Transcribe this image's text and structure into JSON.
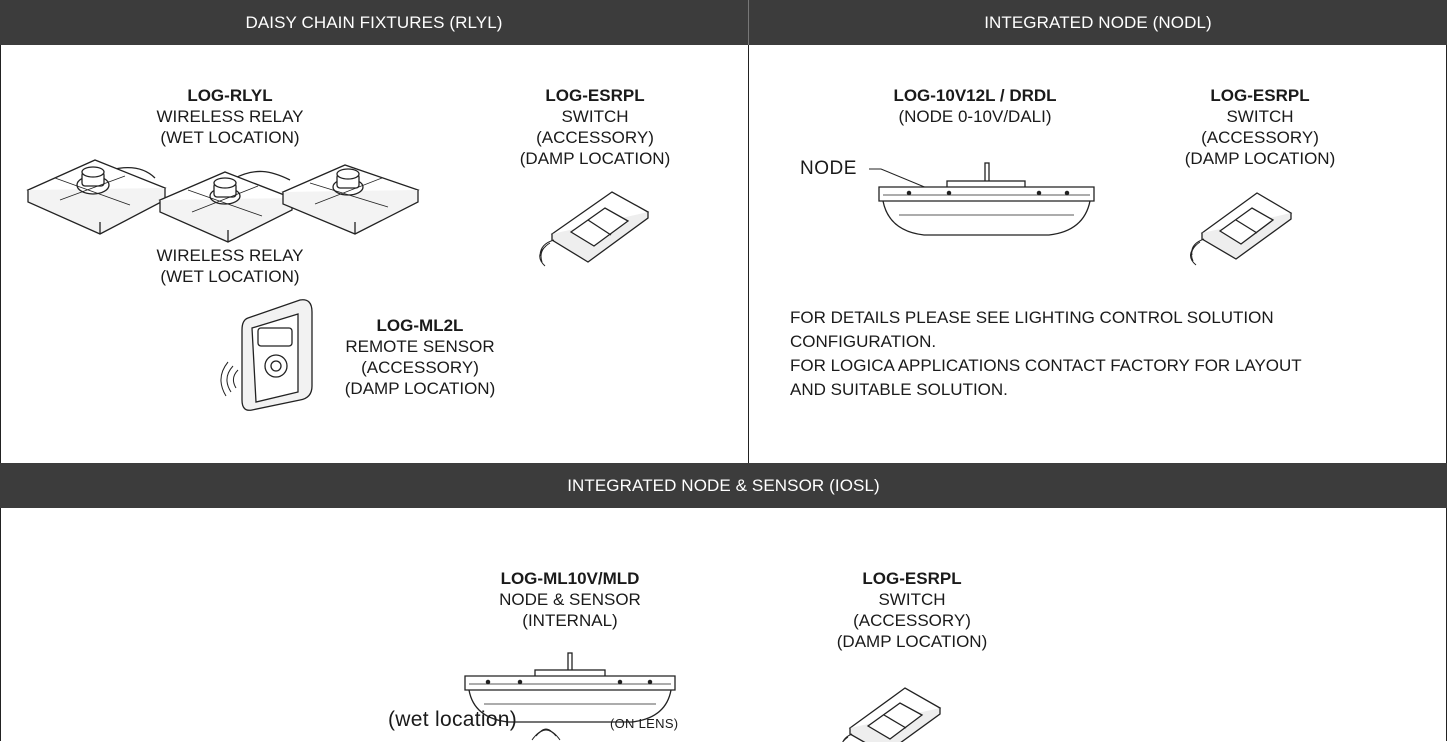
{
  "sections": {
    "daisy": {
      "header": "DAISY CHAIN FIXTURES (RLYL)",
      "relay_top": {
        "title": "LOG-RLYL",
        "lines": [
          "WIRELESS RELAY",
          "(WET LOCATION)"
        ]
      },
      "relay_bottom": {
        "lines": [
          "WIRELESS RELAY",
          "(WET LOCATION)"
        ]
      },
      "switch": {
        "title": "LOG-ESRPL",
        "lines": [
          "SWITCH",
          "(ACCESSORY)",
          "(DAMP LOCATION)"
        ]
      },
      "sensor": {
        "title": "LOG-ML2L",
        "lines": [
          "REMOTE SENSOR",
          "(ACCESSORY)",
          "(DAMP LOCATION)"
        ]
      }
    },
    "node": {
      "header": "INTEGRATED NODE (NODL)",
      "node_item": {
        "title": "LOG-10V12L / DRDL",
        "lines": [
          "(NODE 0-10V/DALI)"
        ]
      },
      "node_callout": "NODE",
      "switch": {
        "title": "LOG-ESRPL",
        "lines": [
          "SWITCH",
          "(ACCESSORY)",
          "(DAMP LOCATION)"
        ]
      },
      "notes": [
        "FOR DETAILS PLEASE SEE LIGHTING CONTROL SOLUTION",
        "CONFIGURATION.",
        "FOR LOGICA APPLICATIONS CONTACT FACTORY FOR LAYOUT",
        "AND SUITABLE SOLUTION."
      ]
    },
    "iosl": {
      "header": "INTEGRATED NODE & SENSOR (IOSL)",
      "node_sensor": {
        "title": "LOG-ML10V/MLD",
        "lines": [
          "NODE & SENSOR",
          "(INTERNAL)"
        ]
      },
      "wet_label": "(wet location)",
      "lens_label": "(ON LENS)",
      "switch": {
        "title": "LOG-ESRPL",
        "lines": [
          "SWITCH",
          "(ACCESSORY)",
          "(DAMP LOCATION)"
        ]
      }
    }
  },
  "colors": {
    "header_bg": "#3c3c3c",
    "header_text": "#ffffff",
    "line": "#222222"
  }
}
